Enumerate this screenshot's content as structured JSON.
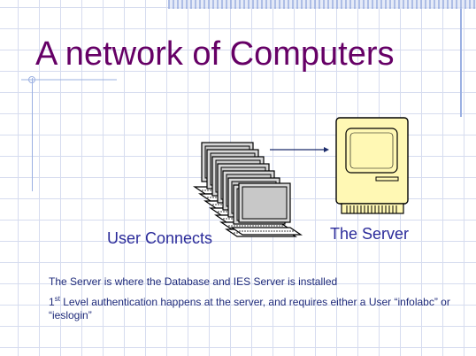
{
  "slide": {
    "title": "A network of Computers",
    "labels": {
      "user_connects": "User Connects",
      "the_server": "The Server"
    },
    "notes": {
      "line1": "The Server is where the Database and IES Server is installed",
      "line2_sup_prefix": "1",
      "line2_sup": "st",
      "line2_text": " Level authentication happens at the server, and requires either a User “infolabc” or “ieslogin”"
    }
  },
  "colors": {
    "title": "#660066",
    "label_text": "#2b2b9a",
    "notes_text": "#1e2a7a",
    "server_body": "#fff8b4",
    "client_screen": "#c8c8c8",
    "grid": "#d6dcef"
  },
  "icons": {
    "clients": "laptop-stack-icon",
    "server": "desktop-computer-icon",
    "link": "arrow-right-icon"
  }
}
